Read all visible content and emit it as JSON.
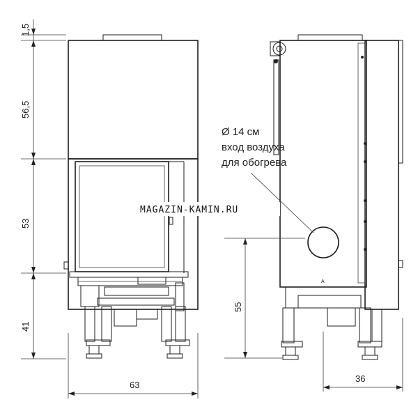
{
  "dimensions": {
    "h1": "1,5",
    "h2": "56,5",
    "h3": "53",
    "h4": "41",
    "width_front": "63",
    "height_inlet": "55",
    "depth_side": "36"
  },
  "inlet_note": {
    "line1": "Ø 14 см",
    "line2": "вход воздуха",
    "line3": "для обогрева"
  },
  "watermark": "MAGAZIN-KAMIN.RU"
}
